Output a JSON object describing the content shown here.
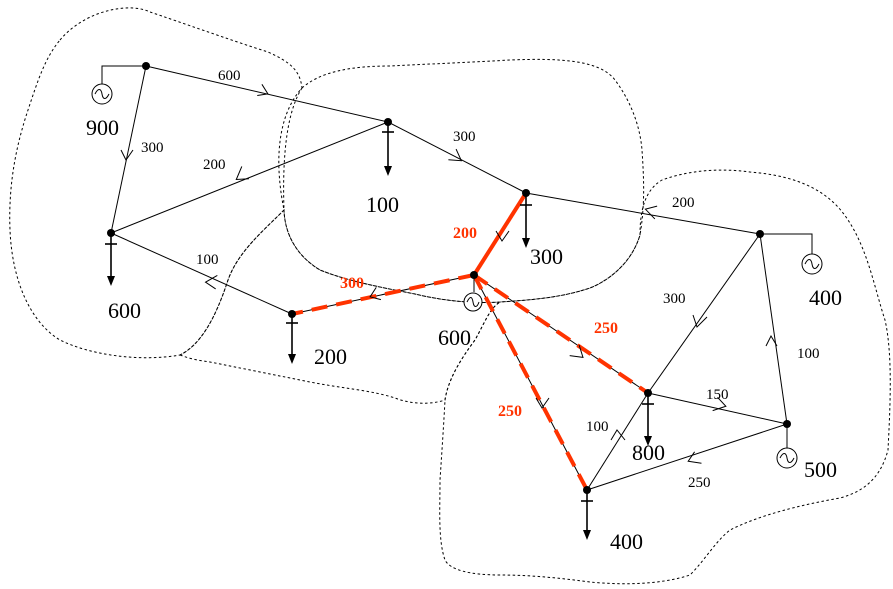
{
  "colors": {
    "line": "#000000",
    "highlight": "#ff3300",
    "background": "#ffffff"
  },
  "buses": [
    {
      "id": "b900",
      "value": "900"
    },
    {
      "id": "b100",
      "value": "100"
    },
    {
      "id": "b600a",
      "value": "600"
    },
    {
      "id": "b300",
      "value": "300"
    },
    {
      "id": "b200",
      "value": "200"
    },
    {
      "id": "b600b",
      "value": "600"
    },
    {
      "id": "b400a",
      "value": "400"
    },
    {
      "id": "b800",
      "value": "800"
    },
    {
      "id": "b500",
      "value": "500"
    },
    {
      "id": "b400b",
      "value": "400"
    }
  ],
  "lines": [
    {
      "from": "b900",
      "to": "b100",
      "flow": "600",
      "highlight": "none"
    },
    {
      "from": "b900",
      "to": "b600a",
      "flow": "300",
      "highlight": "none"
    },
    {
      "from": "b100",
      "to": "b600a",
      "flow": "200",
      "highlight": "none"
    },
    {
      "from": "b100",
      "to": "b300",
      "flow": "300",
      "highlight": "none"
    },
    {
      "from": "b200",
      "to": "b600a",
      "flow": "100",
      "highlight": "none"
    },
    {
      "from": "b400a",
      "to": "b300",
      "flow": "200",
      "highlight": "none"
    },
    {
      "from": "b300",
      "to": "b600b",
      "flow": "200",
      "highlight": "solid"
    },
    {
      "from": "b600b",
      "to": "b200",
      "flow": "300",
      "highlight": "dashed"
    },
    {
      "from": "b600b",
      "to": "b800",
      "flow": "250",
      "highlight": "dashed"
    },
    {
      "from": "b600b",
      "to": "b400b",
      "flow": "250",
      "highlight": "dashed"
    },
    {
      "from": "b400a",
      "to": "b800",
      "flow": "300",
      "highlight": "none"
    },
    {
      "from": "b500",
      "to": "b400a",
      "flow": "100",
      "highlight": "none"
    },
    {
      "from": "b800",
      "to": "b500",
      "flow": "150",
      "highlight": "none"
    },
    {
      "from": "b500",
      "to": "b400b",
      "flow": "250",
      "highlight": "none"
    },
    {
      "from": "b400b",
      "to": "b800",
      "flow": "100",
      "highlight": "none"
    }
  ]
}
